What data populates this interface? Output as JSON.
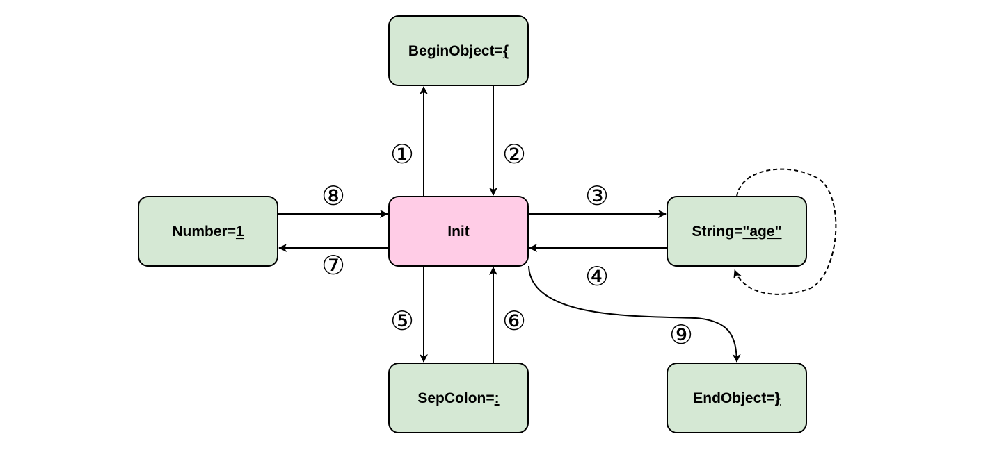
{
  "colors": {
    "state_fill": "#d5e8d4",
    "init_fill": "#ffcce6",
    "stroke": "#000000",
    "background": "#ffffff"
  },
  "nodes": {
    "begin_object": {
      "label": "BeginObject=",
      "value": "{"
    },
    "init": {
      "label": "Init"
    },
    "number": {
      "label": "Number=",
      "value": "1"
    },
    "string": {
      "label": "String=",
      "value": "\"age\""
    },
    "sep_colon": {
      "label": "SepColon=",
      "value": ":"
    },
    "end_object": {
      "label": "EndObject=",
      "value": "}"
    }
  },
  "steps": {
    "s1": "①",
    "s2": "②",
    "s3": "③",
    "s4": "④",
    "s5": "⑤",
    "s6": "⑥",
    "s7": "⑦",
    "s8": "⑧",
    "s9": "⑨"
  }
}
